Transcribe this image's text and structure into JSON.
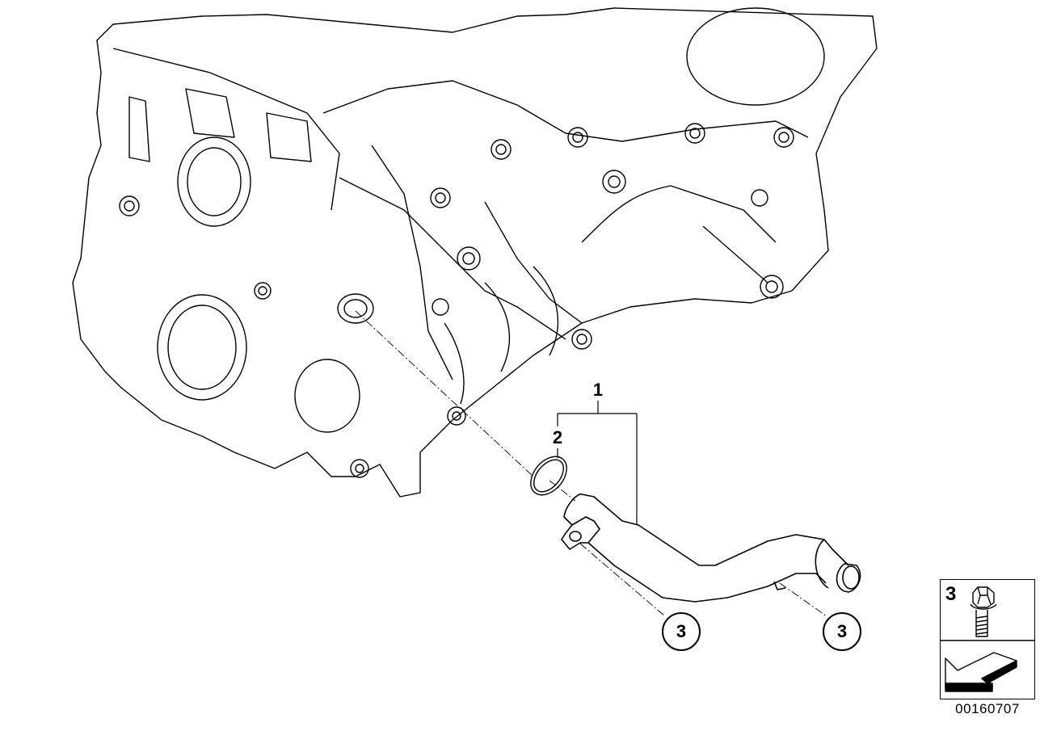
{
  "callouts": {
    "part_1": "1",
    "part_2": "2",
    "part_3_left": "3",
    "part_3_right": "3"
  },
  "legend": {
    "part_number": "3",
    "bolt_icon": "hex-flange-bolt-icon",
    "arrow_icon": "direction-arrow-icon"
  },
  "diagram_id": "00160707"
}
